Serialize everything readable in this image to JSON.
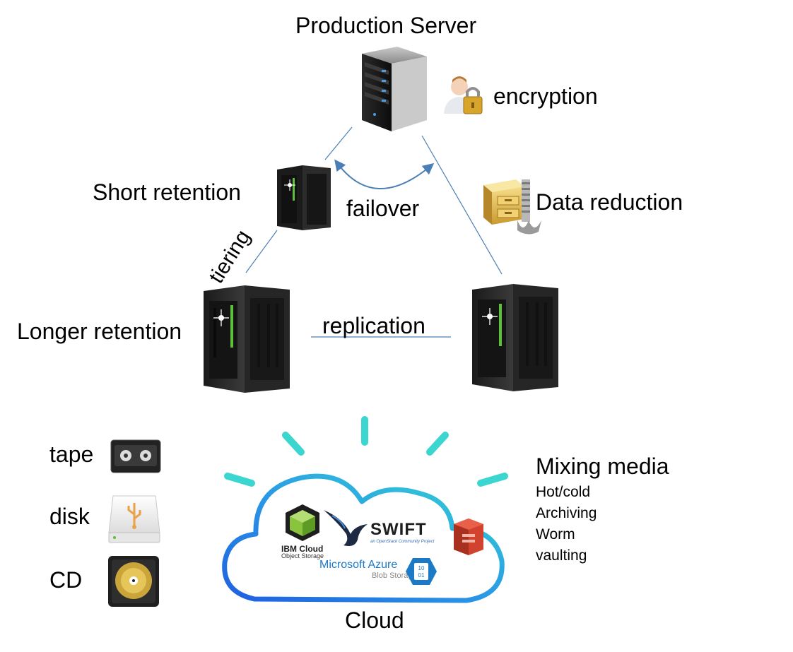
{
  "labels": {
    "production_server": "Production Server",
    "encryption": "encryption",
    "short_retention": "Short retention",
    "failover": "failover",
    "data_reduction": "Data reduction",
    "tiering": "tiering",
    "longer_retention": "Longer retention",
    "replication": "replication",
    "tape": "tape",
    "disk": "disk",
    "cd": "CD",
    "cloud": "Cloud"
  },
  "mixing_media": {
    "title": "Mixing media",
    "items": [
      "Hot/cold",
      "Archiving",
      "Worm",
      "vaulting"
    ]
  },
  "cloud_providers": {
    "ibm": {
      "name": "IBM Cloud",
      "sub": "Object Storage"
    },
    "swift": {
      "name": "SWIFT",
      "sub": "an OpenStack Community Project"
    },
    "azure": {
      "name": "Microsoft Azure",
      "sub": "Blob Storage",
      "badge_top": "10",
      "badge_bottom": "01"
    }
  },
  "colors": {
    "connector": "#4a7fb5",
    "cloud_outline_start": "#1f5fe0",
    "cloud_outline_end": "#34d8d0",
    "ray": "#3ad6cf",
    "aws_red": "#d1432f",
    "azure_blue": "#1b79c6",
    "ibm_green": "#8ac43f"
  }
}
